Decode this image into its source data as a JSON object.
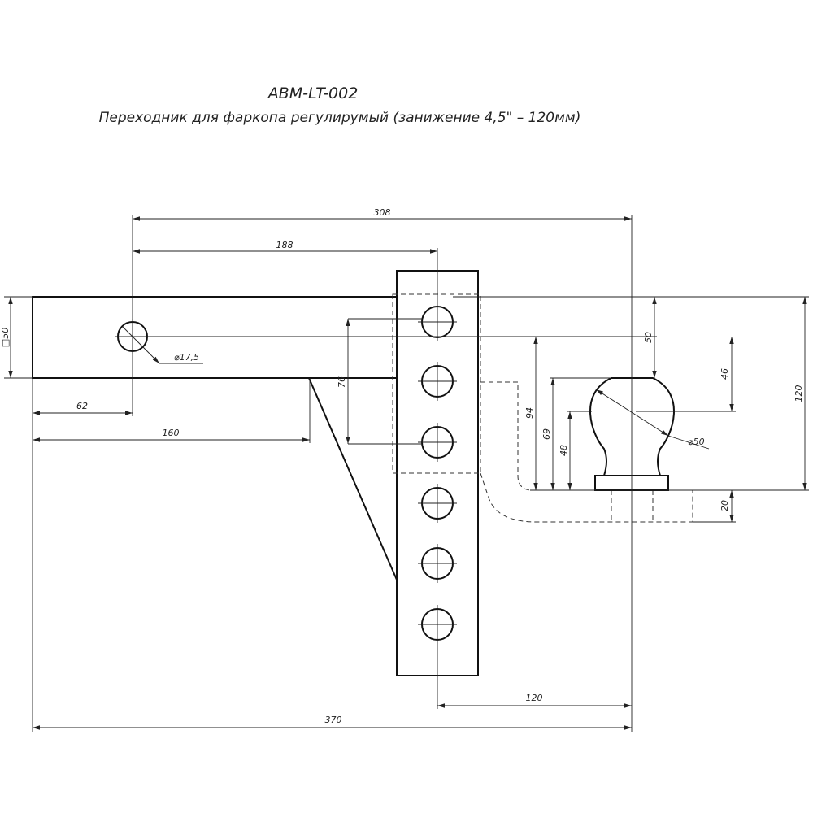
{
  "title": {
    "code": "ABM-LT-002",
    "description": "Переходник для фаркопа регулирумый (занижение 4,5\" – 120мм)"
  },
  "dimensions": {
    "d308": "308",
    "d188": "188",
    "d50_square": "□50",
    "d17_5": "⌀17,5",
    "d62": "62",
    "d160": "160",
    "d76": "76",
    "d94": "94",
    "d69": "69",
    "d48": "48",
    "d50": "50",
    "d46": "46",
    "d120_right": "120",
    "d50_ball": "⌀50",
    "d20": "20",
    "d120_bottom": "120",
    "d370": "370"
  }
}
